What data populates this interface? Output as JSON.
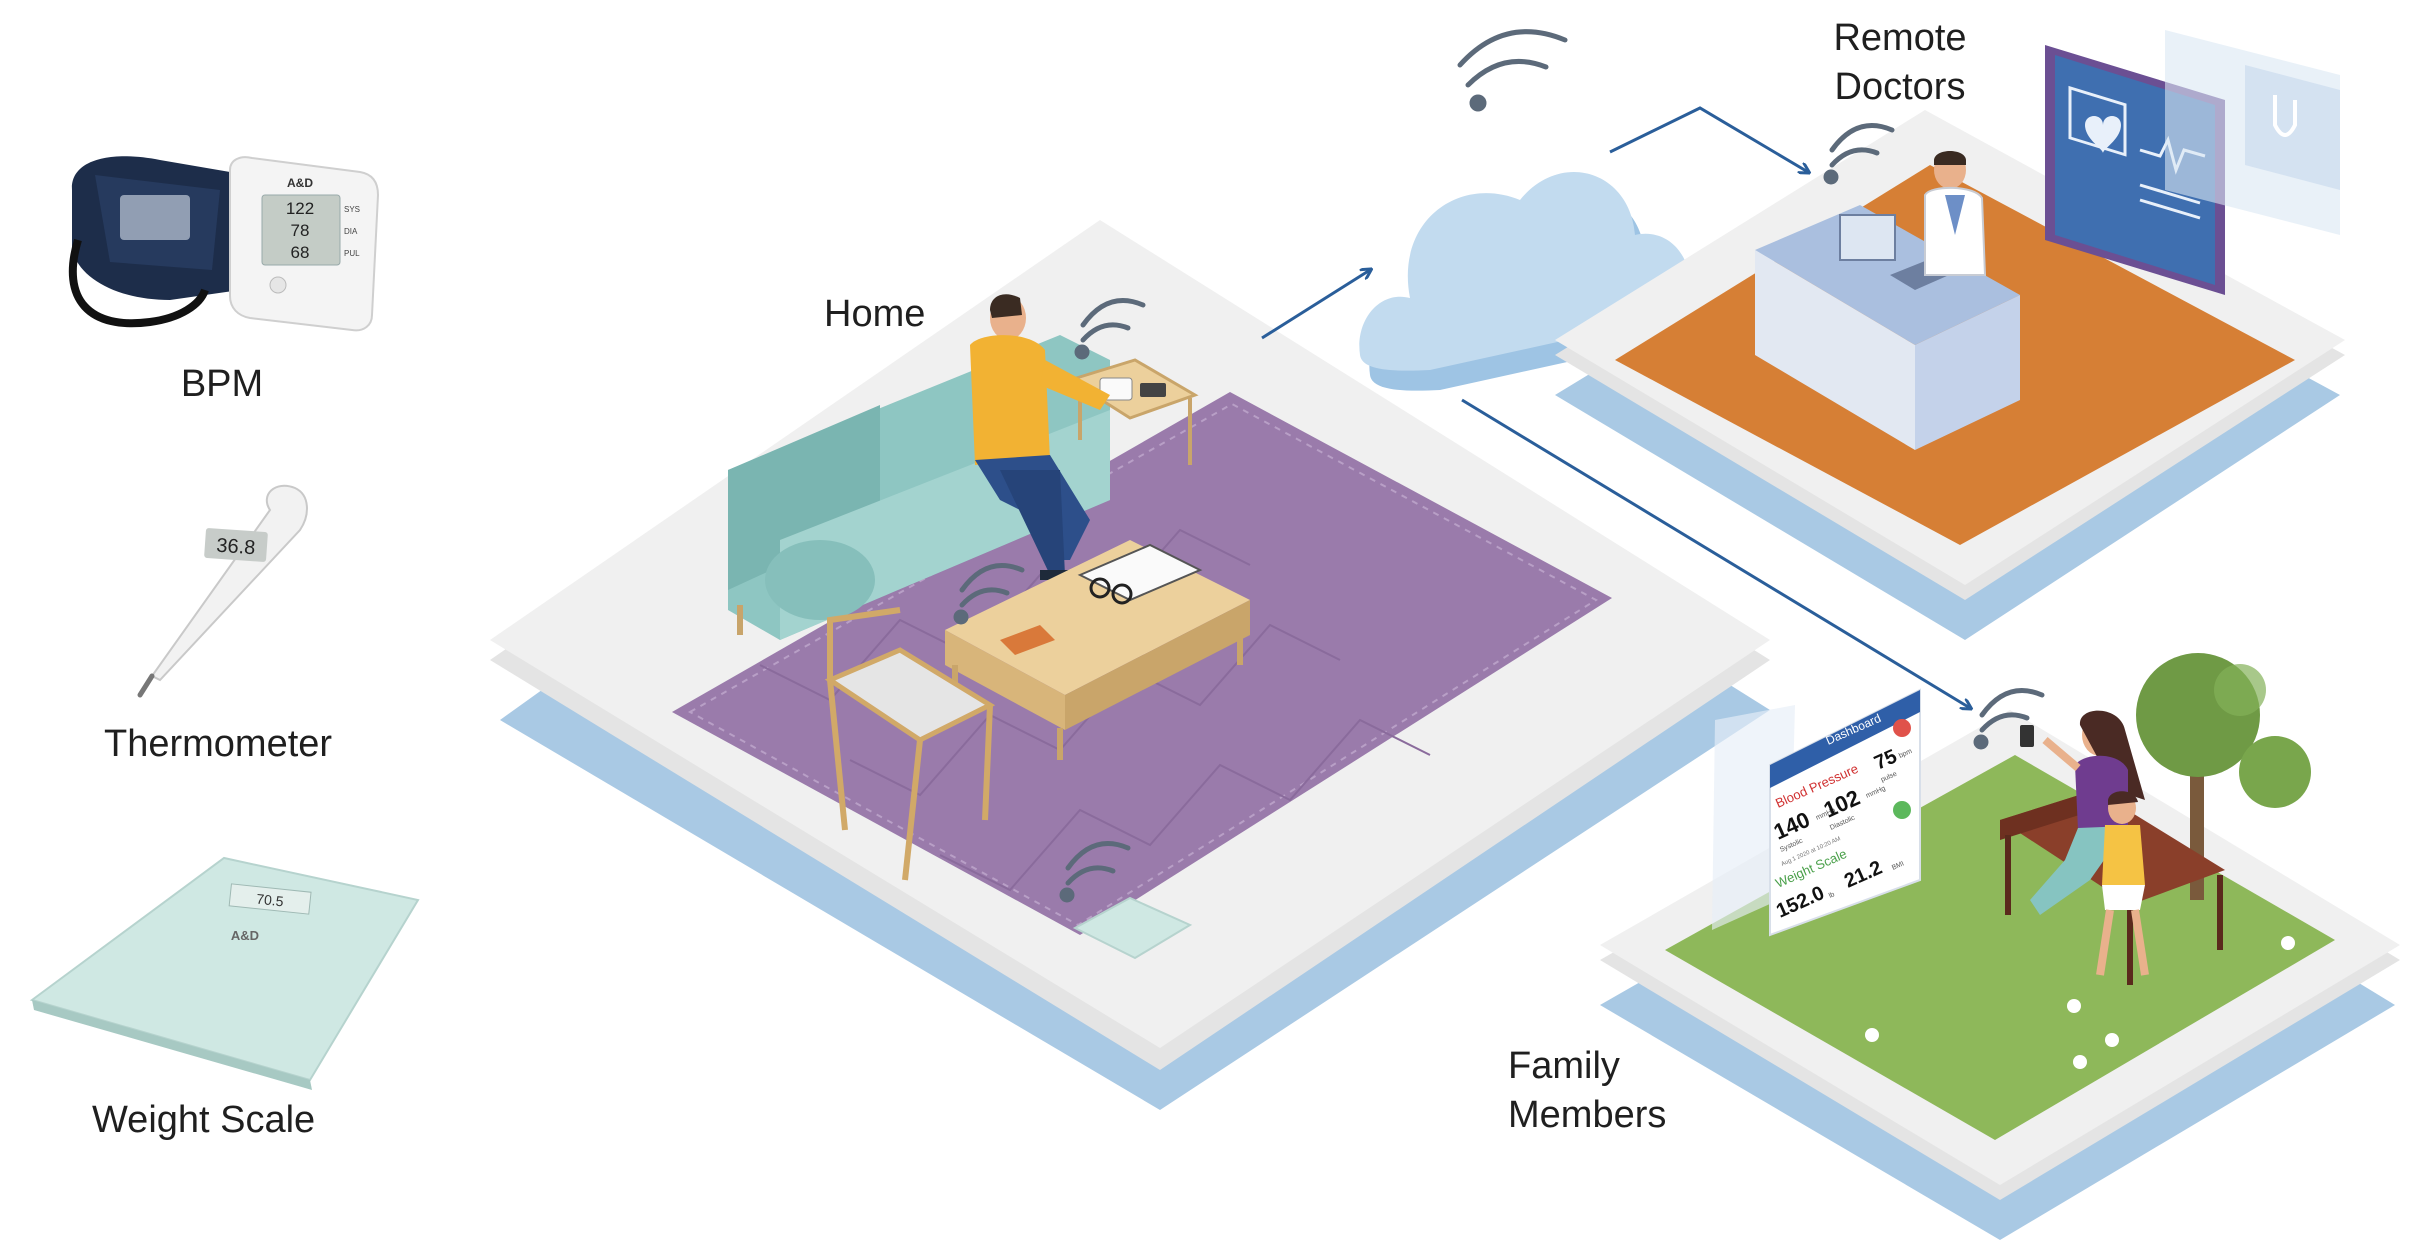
{
  "devices": {
    "bpm": {
      "label": "BPM",
      "brand": "A&D",
      "readings": [
        "122",
        "78",
        "68"
      ],
      "units": [
        "SYS",
        "DIA",
        "PUL"
      ]
    },
    "thermometer": {
      "label": "Thermometer",
      "reading": "36.8"
    },
    "scale": {
      "label": "Weight Scale",
      "brand": "A&D",
      "reading": "70.5"
    }
  },
  "locations": {
    "home": "Home",
    "remote_doctors": {
      "line1": "Remote",
      "line2": "Doctors"
    },
    "family_members": {
      "line1": "Family",
      "line2": "Members"
    }
  },
  "dashboard": {
    "title": "Dashboard",
    "bp_label": "Blood Pressure",
    "systolic": "140",
    "systolic_unit": "mmHg",
    "diastolic": "102",
    "diastolic_unit": "mmHg",
    "systolic_caption": "Systolic",
    "diastolic_caption": "Diastolic",
    "pulse": "75",
    "pulse_unit": "bpm",
    "pulse_caption": "pulse",
    "date": "Aug 1 2020 at 10:20 AM",
    "weight_label": "Weight Scale",
    "weight": "152.0",
    "weight_unit": "lb",
    "bmi": "21.2",
    "bmi_unit": "BMI"
  },
  "colors": {
    "platform_top": "#efefef",
    "platform_shadow": "#a9c9e4",
    "rug": "#9a7bab",
    "doctor_floor": "#d67f35",
    "grass": "#8eb85a",
    "cloud": "#bcd7ec",
    "arrow": "#2a5e9a",
    "sofa": "#8ec6c2",
    "table": "#e8c790"
  }
}
